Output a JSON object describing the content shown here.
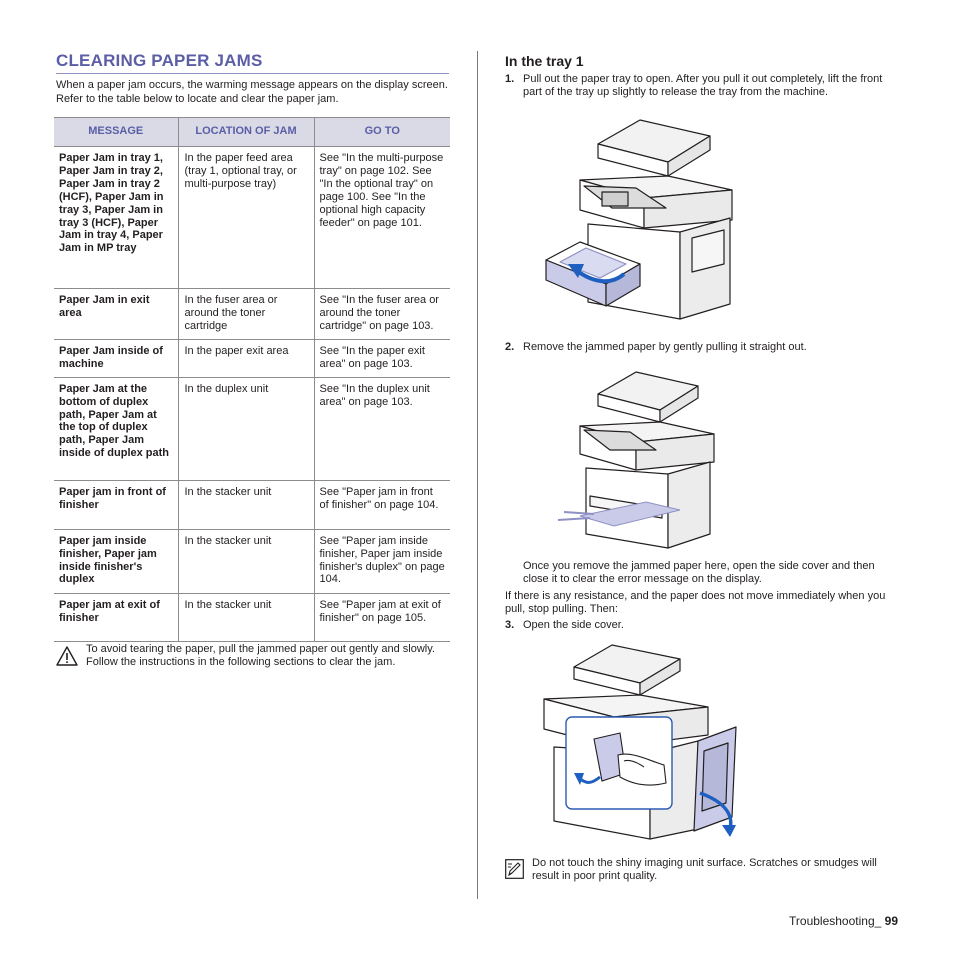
{
  "left": {
    "title": "CLEARING PAPER JAMS",
    "intro": "When a paper jam occurs, the warming message appears on the display screen. Refer to the table below to locate and clear the paper jam.",
    "table": {
      "headers": [
        "MESSAGE",
        "LOCATION OF JAM",
        "GO TO"
      ],
      "rows": [
        {
          "message": "Paper Jam in tray 1, Paper Jam in tray 2, Paper Jam in tray 2 (HCF), Paper Jam in tray 3, Paper Jam in tray 3 (HCF), Paper Jam in tray 4, Paper Jam in MP tray",
          "location": "In the paper feed area (tray 1, optional tray, or multi-purpose tray)",
          "goto": "See \"In the multi-purpose tray\" on page 102. See \"In the optional tray\" on page 100. See \"In the optional high capacity feeder\" on page 101."
        },
        {
          "message": "Paper Jam in exit area",
          "location": "In the fuser area or around the toner cartridge",
          "goto": "See \"In the fuser area or around the toner cartridge\" on page 103."
        },
        {
          "message": "Paper Jam inside of machine",
          "location": "In the paper exit area",
          "goto": "See \"In the paper exit area\" on page 103."
        },
        {
          "message": "Paper Jam at the bottom of duplex path, Paper Jam at the top of duplex path, Paper Jam inside of duplex path",
          "location": "In the duplex unit",
          "goto": "See \"In the duplex unit area\" on page 103."
        },
        {
          "message": "Paper jam in front of finisher",
          "location": "In the stacker unit",
          "goto": "See \"Paper jam in front of finisher\" on page 104."
        },
        {
          "message": "Paper jam inside finisher, Paper jam inside finisher's duplex",
          "location": "In the stacker unit",
          "goto": "See \"Paper jam inside finisher, Paper jam inside finisher's duplex\" on page 104."
        },
        {
          "message": "Paper jam at exit of finisher",
          "location": "In the stacker unit",
          "goto": "See \"Paper jam at exit of finisher\" on page 105."
        }
      ]
    },
    "warning": "To avoid tearing the paper, pull the jammed paper out gently and slowly. Follow the instructions in the following sections to clear the jam."
  },
  "right": {
    "subtitle": "In the tray 1",
    "step1": {
      "num": "1.",
      "text": "Pull out the paper tray to open. After you pull it out completely, lift the front part of the tray up slightly to release the tray from the machine."
    },
    "step2": {
      "num": "2.",
      "text": "Remove the jammed paper by gently pulling it straight out."
    },
    "after_step2": "Once you remove the jammed paper here, open the side cover and then close it to clear the error message on the display.",
    "resistance": "If there is any resistance, and the paper does not move immediately when you pull, stop pulling. Then:",
    "step3": {
      "num": "3.",
      "text": "Open the side cover."
    },
    "note": "Do not touch the shiny imaging unit surface. Scratches or smudges will result in poor print quality."
  },
  "footer": {
    "section": "Troubleshooting_ ",
    "page": "99"
  },
  "colors": {
    "accent": "#5b5ea6",
    "header_bg": "#d9dae6",
    "paper": "#c9cbe8"
  }
}
